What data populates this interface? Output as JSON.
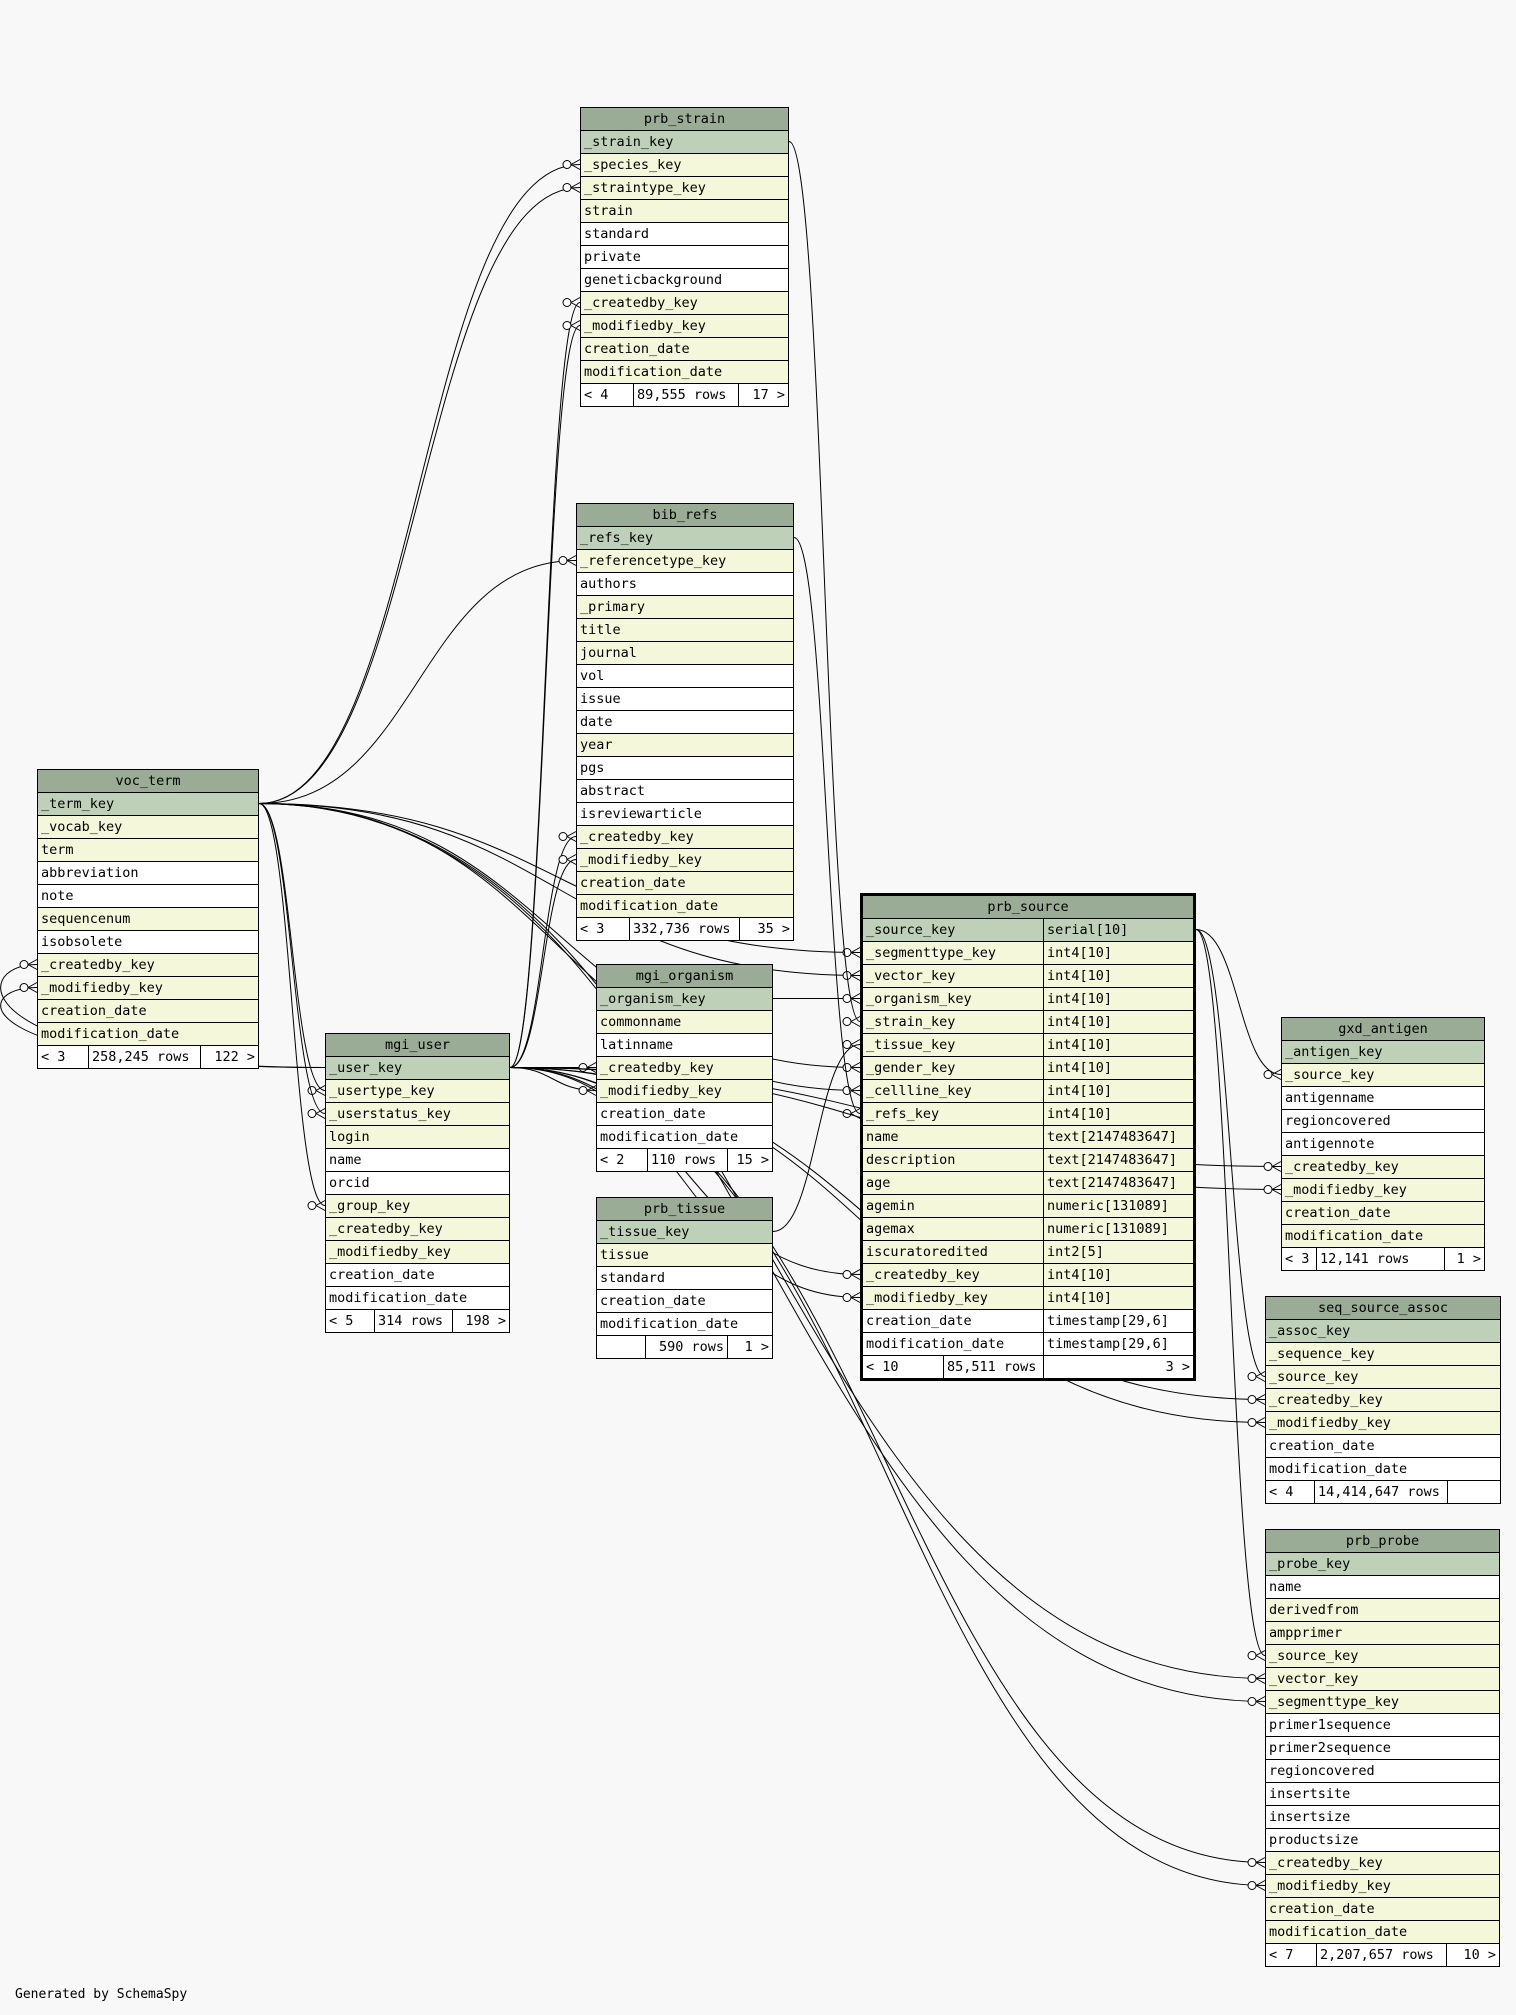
{
  "footer_text": "Generated by SchemaSpy",
  "colors": {
    "background": "#f8f8f8",
    "header": "#9aab96",
    "primary_key": "#bed1b8",
    "foreign_key": "#f4f7da"
  },
  "tables": [
    {
      "id": "prb_strain",
      "name": "prb_strain",
      "columns": [
        {
          "name": "_strain_key",
          "kind": "pk"
        },
        {
          "name": "_species_key",
          "kind": "fk"
        },
        {
          "name": "_straintype_key",
          "kind": "fk"
        },
        {
          "name": "strain",
          "kind": "fk"
        },
        {
          "name": "standard",
          "kind": "plain"
        },
        {
          "name": "private",
          "kind": "plain"
        },
        {
          "name": "geneticbackground",
          "kind": "plain"
        },
        {
          "name": "_createdby_key",
          "kind": "fk"
        },
        {
          "name": "_modifiedby_key",
          "kind": "fk"
        },
        {
          "name": "creation_date",
          "kind": "fk"
        },
        {
          "name": "modification_date",
          "kind": "fk"
        }
      ],
      "footer": [
        "< 4",
        "89,555 rows",
        "17 >"
      ]
    },
    {
      "id": "bib_refs",
      "name": "bib_refs",
      "columns": [
        {
          "name": "_refs_key",
          "kind": "pk"
        },
        {
          "name": "_referencetype_key",
          "kind": "fk"
        },
        {
          "name": "authors",
          "kind": "plain"
        },
        {
          "name": "_primary",
          "kind": "fk"
        },
        {
          "name": "title",
          "kind": "fk"
        },
        {
          "name": "journal",
          "kind": "fk"
        },
        {
          "name": "vol",
          "kind": "plain"
        },
        {
          "name": "issue",
          "kind": "plain"
        },
        {
          "name": "date",
          "kind": "plain"
        },
        {
          "name": "year",
          "kind": "fk"
        },
        {
          "name": "pgs",
          "kind": "plain"
        },
        {
          "name": "abstract",
          "kind": "plain"
        },
        {
          "name": "isreviewarticle",
          "kind": "plain"
        },
        {
          "name": "_createdby_key",
          "kind": "fk"
        },
        {
          "name": "_modifiedby_key",
          "kind": "fk"
        },
        {
          "name": "creation_date",
          "kind": "fk"
        },
        {
          "name": "modification_date",
          "kind": "fk"
        }
      ],
      "footer": [
        "< 3",
        "332,736 rows",
        "35 >"
      ]
    },
    {
      "id": "voc_term",
      "name": "voc_term",
      "columns": [
        {
          "name": "_term_key",
          "kind": "pk"
        },
        {
          "name": "_vocab_key",
          "kind": "fk"
        },
        {
          "name": "term",
          "kind": "fk"
        },
        {
          "name": "abbreviation",
          "kind": "plain"
        },
        {
          "name": "note",
          "kind": "plain"
        },
        {
          "name": "sequencenum",
          "kind": "fk"
        },
        {
          "name": "isobsolete",
          "kind": "plain"
        },
        {
          "name": "_createdby_key",
          "kind": "fk"
        },
        {
          "name": "_modifiedby_key",
          "kind": "fk"
        },
        {
          "name": "creation_date",
          "kind": "fk"
        },
        {
          "name": "modification_date",
          "kind": "fk"
        }
      ],
      "footer": [
        "< 3",
        "258,245 rows",
        "122 >"
      ]
    },
    {
      "id": "mgi_user",
      "name": "mgi_user",
      "columns": [
        {
          "name": "_user_key",
          "kind": "pk"
        },
        {
          "name": "_usertype_key",
          "kind": "fk"
        },
        {
          "name": "_userstatus_key",
          "kind": "fk"
        },
        {
          "name": "login",
          "kind": "fk"
        },
        {
          "name": "name",
          "kind": "plain"
        },
        {
          "name": "orcid",
          "kind": "plain"
        },
        {
          "name": "_group_key",
          "kind": "fk"
        },
        {
          "name": "_createdby_key",
          "kind": "fk"
        },
        {
          "name": "_modifiedby_key",
          "kind": "fk"
        },
        {
          "name": "creation_date",
          "kind": "plain"
        },
        {
          "name": "modification_date",
          "kind": "plain"
        }
      ],
      "footer": [
        "< 5",
        "314 rows",
        "198 >"
      ]
    },
    {
      "id": "mgi_organism",
      "name": "mgi_organism",
      "columns": [
        {
          "name": "_organism_key",
          "kind": "pk"
        },
        {
          "name": "commonname",
          "kind": "fk"
        },
        {
          "name": "latinname",
          "kind": "plain"
        },
        {
          "name": "_createdby_key",
          "kind": "fk"
        },
        {
          "name": "_modifiedby_key",
          "kind": "fk"
        },
        {
          "name": "creation_date",
          "kind": "plain"
        },
        {
          "name": "modification_date",
          "kind": "plain"
        }
      ],
      "footer": [
        "< 2",
        "110 rows",
        "15 >"
      ]
    },
    {
      "id": "prb_tissue",
      "name": "prb_tissue",
      "columns": [
        {
          "name": "_tissue_key",
          "kind": "pk"
        },
        {
          "name": "tissue",
          "kind": "fk"
        },
        {
          "name": "standard",
          "kind": "plain"
        },
        {
          "name": "creation_date",
          "kind": "plain"
        },
        {
          "name": "modification_date",
          "kind": "plain"
        }
      ],
      "footer": [
        "",
        "590 rows",
        "1 >"
      ]
    },
    {
      "id": "prb_source",
      "name": "prb_source",
      "focus": true,
      "columns": [
        {
          "name": "_source_key",
          "type": "serial[10]",
          "kind": "pk"
        },
        {
          "name": "_segmenttype_key",
          "type": "int4[10]",
          "kind": "fk"
        },
        {
          "name": "_vector_key",
          "type": "int4[10]",
          "kind": "fk"
        },
        {
          "name": "_organism_key",
          "type": "int4[10]",
          "kind": "fk"
        },
        {
          "name": "_strain_key",
          "type": "int4[10]",
          "kind": "fk"
        },
        {
          "name": "_tissue_key",
          "type": "int4[10]",
          "kind": "fk"
        },
        {
          "name": "_gender_key",
          "type": "int4[10]",
          "kind": "fk"
        },
        {
          "name": "_cellline_key",
          "type": "int4[10]",
          "kind": "fk"
        },
        {
          "name": "_refs_key",
          "type": "int4[10]",
          "kind": "fk"
        },
        {
          "name": "name",
          "type": "text[2147483647]",
          "kind": "fk"
        },
        {
          "name": "description",
          "type": "text[2147483647]",
          "kind": "fk"
        },
        {
          "name": "age",
          "type": "text[2147483647]",
          "kind": "fk"
        },
        {
          "name": "agemin",
          "type": "numeric[131089]",
          "kind": "fk"
        },
        {
          "name": "agemax",
          "type": "numeric[131089]",
          "kind": "fk"
        },
        {
          "name": "iscuratoredited",
          "type": "int2[5]",
          "kind": "fk"
        },
        {
          "name": "_createdby_key",
          "type": "int4[10]",
          "kind": "fk"
        },
        {
          "name": "_modifiedby_key",
          "type": "int4[10]",
          "kind": "fk"
        },
        {
          "name": "creation_date",
          "type": "timestamp[29,6]",
          "kind": "plain"
        },
        {
          "name": "modification_date",
          "type": "timestamp[29,6]",
          "kind": "plain"
        }
      ],
      "footer": [
        "< 10",
        "85,511 rows",
        "3 >"
      ]
    },
    {
      "id": "gxd_antigen",
      "name": "gxd_antigen",
      "columns": [
        {
          "name": "_antigen_key",
          "kind": "pk"
        },
        {
          "name": "_source_key",
          "kind": "fk"
        },
        {
          "name": "antigenname",
          "kind": "plain"
        },
        {
          "name": "regioncovered",
          "kind": "plain"
        },
        {
          "name": "antigennote",
          "kind": "plain"
        },
        {
          "name": "_createdby_key",
          "kind": "fk"
        },
        {
          "name": "_modifiedby_key",
          "kind": "fk"
        },
        {
          "name": "creation_date",
          "kind": "fk"
        },
        {
          "name": "modification_date",
          "kind": "fk"
        }
      ],
      "footer": [
        "< 3",
        "12,141 rows",
        "1 >"
      ]
    },
    {
      "id": "seq_source_assoc",
      "name": "seq_source_assoc",
      "columns": [
        {
          "name": "_assoc_key",
          "kind": "pk"
        },
        {
          "name": "_sequence_key",
          "kind": "fk"
        },
        {
          "name": "_source_key",
          "kind": "fk"
        },
        {
          "name": "_createdby_key",
          "kind": "fk"
        },
        {
          "name": "_modifiedby_key",
          "kind": "fk"
        },
        {
          "name": "creation_date",
          "kind": "plain"
        },
        {
          "name": "modification_date",
          "kind": "plain"
        }
      ],
      "footer": [
        "< 4",
        "14,414,647 rows",
        ""
      ]
    },
    {
      "id": "prb_probe",
      "name": "prb_probe",
      "columns": [
        {
          "name": "_probe_key",
          "kind": "pk"
        },
        {
          "name": "name",
          "kind": "plain"
        },
        {
          "name": "derivedfrom",
          "kind": "fk"
        },
        {
          "name": "ampprimer",
          "kind": "fk"
        },
        {
          "name": "_source_key",
          "kind": "fk"
        },
        {
          "name": "_vector_key",
          "kind": "fk"
        },
        {
          "name": "_segmenttype_key",
          "kind": "fk"
        },
        {
          "name": "primer1sequence",
          "kind": "plain"
        },
        {
          "name": "primer2sequence",
          "kind": "plain"
        },
        {
          "name": "regioncovered",
          "kind": "plain"
        },
        {
          "name": "insertsite",
          "kind": "plain"
        },
        {
          "name": "insertsize",
          "kind": "plain"
        },
        {
          "name": "productsize",
          "kind": "plain"
        },
        {
          "name": "_createdby_key",
          "kind": "fk"
        },
        {
          "name": "_modifiedby_key",
          "kind": "fk"
        },
        {
          "name": "creation_date",
          "kind": "fk"
        },
        {
          "name": "modification_date",
          "kind": "fk"
        }
      ],
      "footer": [
        "< 7",
        "2,207,657 rows",
        "10 >"
      ]
    }
  ],
  "relationships": [
    {
      "from": [
        "voc_term",
        "_term_key"
      ],
      "to": [
        "prb_strain",
        "_species_key"
      ]
    },
    {
      "from": [
        "voc_term",
        "_term_key"
      ],
      "to": [
        "prb_strain",
        "_straintype_key"
      ]
    },
    {
      "from": [
        "mgi_user",
        "_user_key"
      ],
      "to": [
        "prb_strain",
        "_createdby_key"
      ]
    },
    {
      "from": [
        "mgi_user",
        "_user_key"
      ],
      "to": [
        "prb_strain",
        "_modifiedby_key"
      ]
    },
    {
      "from": [
        "voc_term",
        "_term_key"
      ],
      "to": [
        "bib_refs",
        "_referencetype_key"
      ]
    },
    {
      "from": [
        "mgi_user",
        "_user_key"
      ],
      "to": [
        "bib_refs",
        "_createdby_key"
      ]
    },
    {
      "from": [
        "mgi_user",
        "_user_key"
      ],
      "to": [
        "bib_refs",
        "_modifiedby_key"
      ]
    },
    {
      "from": [
        "mgi_user",
        "_user_key"
      ],
      "to": [
        "voc_term",
        "_createdby_key"
      ]
    },
    {
      "from": [
        "mgi_user",
        "_user_key"
      ],
      "to": [
        "voc_term",
        "_modifiedby_key"
      ]
    },
    {
      "from": [
        "voc_term",
        "_term_key"
      ],
      "to": [
        "mgi_user",
        "_usertype_key"
      ]
    },
    {
      "from": [
        "voc_term",
        "_term_key"
      ],
      "to": [
        "mgi_user",
        "_userstatus_key"
      ]
    },
    {
      "from": [
        "voc_term",
        "_term_key"
      ],
      "to": [
        "mgi_user",
        "_group_key"
      ]
    },
    {
      "from": [
        "mgi_user",
        "_user_key"
      ],
      "to": [
        "mgi_organism",
        "_createdby_key"
      ]
    },
    {
      "from": [
        "mgi_user",
        "_user_key"
      ],
      "to": [
        "mgi_organism",
        "_modifiedby_key"
      ]
    },
    {
      "from": [
        "voc_term",
        "_term_key"
      ],
      "to": [
        "prb_source",
        "_segmenttype_key"
      ]
    },
    {
      "from": [
        "voc_term",
        "_term_key"
      ],
      "to": [
        "prb_source",
        "_vector_key"
      ]
    },
    {
      "from": [
        "mgi_organism",
        "_organism_key"
      ],
      "to": [
        "prb_source",
        "_organism_key"
      ]
    },
    {
      "from": [
        "prb_strain",
        "_strain_key"
      ],
      "to": [
        "prb_source",
        "_strain_key"
      ]
    },
    {
      "from": [
        "prb_tissue",
        "_tissue_key"
      ],
      "to": [
        "prb_source",
        "_tissue_key"
      ]
    },
    {
      "from": [
        "voc_term",
        "_term_key"
      ],
      "to": [
        "prb_source",
        "_gender_key"
      ]
    },
    {
      "from": [
        "voc_term",
        "_term_key"
      ],
      "to": [
        "prb_source",
        "_cellline_key"
      ]
    },
    {
      "from": [
        "bib_refs",
        "_refs_key"
      ],
      "to": [
        "prb_source",
        "_refs_key"
      ]
    },
    {
      "from": [
        "mgi_user",
        "_user_key"
      ],
      "to": [
        "prb_source",
        "_createdby_key"
      ]
    },
    {
      "from": [
        "mgi_user",
        "_user_key"
      ],
      "to": [
        "prb_source",
        "_modifiedby_key"
      ]
    },
    {
      "from": [
        "prb_source",
        "_source_key"
      ],
      "to": [
        "gxd_antigen",
        "_source_key"
      ]
    },
    {
      "from": [
        "mgi_user",
        "_user_key"
      ],
      "to": [
        "gxd_antigen",
        "_createdby_key"
      ]
    },
    {
      "from": [
        "mgi_user",
        "_user_key"
      ],
      "to": [
        "gxd_antigen",
        "_modifiedby_key"
      ]
    },
    {
      "from": [
        "prb_source",
        "_source_key"
      ],
      "to": [
        "seq_source_assoc",
        "_source_key"
      ]
    },
    {
      "from": [
        "mgi_user",
        "_user_key"
      ],
      "to": [
        "seq_source_assoc",
        "_createdby_key"
      ]
    },
    {
      "from": [
        "mgi_user",
        "_user_key"
      ],
      "to": [
        "seq_source_assoc",
        "_modifiedby_key"
      ]
    },
    {
      "from": [
        "prb_source",
        "_source_key"
      ],
      "to": [
        "prb_probe",
        "_source_key"
      ]
    },
    {
      "from": [
        "voc_term",
        "_term_key"
      ],
      "to": [
        "prb_probe",
        "_vector_key"
      ]
    },
    {
      "from": [
        "voc_term",
        "_term_key"
      ],
      "to": [
        "prb_probe",
        "_segmenttype_key"
      ]
    },
    {
      "from": [
        "mgi_user",
        "_user_key"
      ],
      "to": [
        "prb_probe",
        "_createdby_key"
      ]
    },
    {
      "from": [
        "mgi_user",
        "_user_key"
      ],
      "to": [
        "prb_probe",
        "_modifiedby_key"
      ]
    }
  ]
}
